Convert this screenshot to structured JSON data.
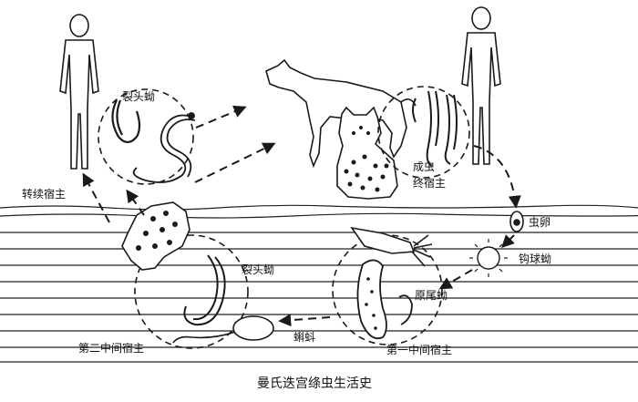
{
  "title": "曼氏迭宫绦虫生活史",
  "labels": {
    "sparganum_top": "裂头蚴",
    "adult": "成虫",
    "definitive_host": "终宿主",
    "paratenic_host": "转续宿主",
    "egg": "虫卵",
    "coracidium": "钩球蚴",
    "sparganum_mid": "裂头蚴",
    "procercoid": "原尾蚴",
    "tadpole": "蝌蚪",
    "second_intermediate_host": "第二中间宿主",
    "first_intermediate_host": "第一中间宿主"
  },
  "colors": {
    "ink": "#1a1a1a",
    "background": "#ffffff"
  }
}
